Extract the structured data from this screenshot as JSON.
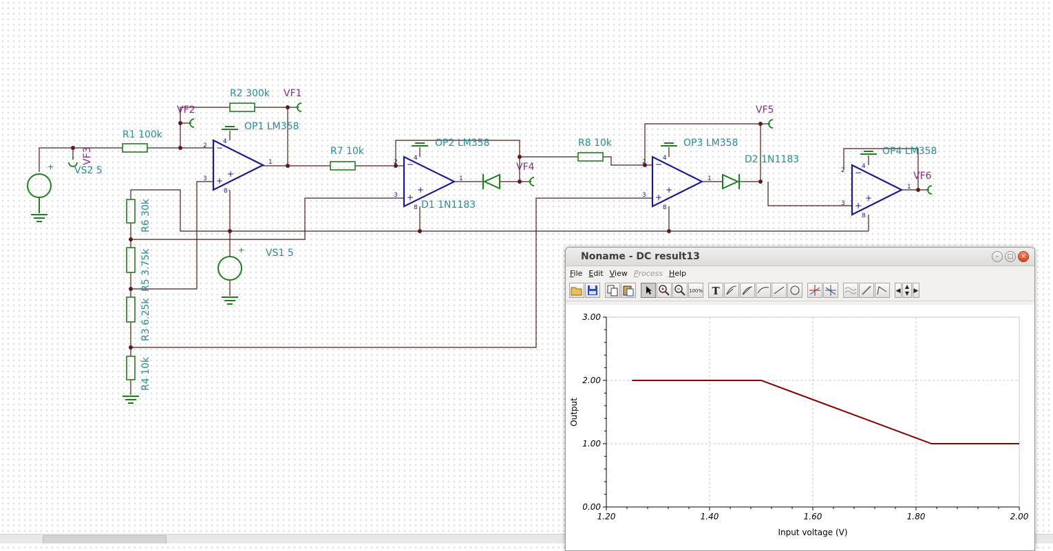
{
  "schematic": {
    "components": {
      "r1": "R1 100k",
      "r2": "R2 300k",
      "r3": "R3 6.25k",
      "r4": "R4 10k",
      "r5": "R5 3.75k",
      "r6": "R6 30k",
      "r7": "R7 10k",
      "r8": "R8 10k",
      "op1": "OP1 LM358",
      "op2": "OP2 LM358",
      "op3": "OP3 LM358",
      "op4": "OP4 LM358",
      "d1": "D1 1N1183",
      "d2": "D2 1N1183",
      "vs1": "VS1 5",
      "vs2": "VS2 5"
    },
    "probes": {
      "vf1": "VF1",
      "vf2": "VF2",
      "vf3": "VF3",
      "vf4": "VF4",
      "vf5": "VF5",
      "vf6": "VF6"
    },
    "pins": {
      "p1": "1",
      "p2": "2",
      "p3": "3",
      "p4": "4",
      "p8": "8",
      "plus": "+",
      "minus": "−"
    },
    "colors": {
      "wire": "#4d1a1a",
      "part": "#1e7d1e",
      "opamp": "#1a1a8c",
      "label": "#2a8a95",
      "probe_label": "#8b2c8b",
      "node": "#5c1a1a"
    }
  },
  "window": {
    "title": "Noname - DC result13",
    "controls": {
      "minimize": "–",
      "maximize": "□",
      "close": "×"
    },
    "menu": [
      {
        "label": "File",
        "enabled": true
      },
      {
        "label": "Edit",
        "enabled": true
      },
      {
        "label": "View",
        "enabled": true
      },
      {
        "label": "Process",
        "enabled": false
      },
      {
        "label": "Help",
        "enabled": true
      }
    ],
    "toolbar": {
      "open": "open-folder-icon",
      "save": "save-disk-icon",
      "copy": "copy-icon",
      "paste": "paste-icon",
      "select": "pointer-arrow-icon",
      "zoom_in": "zoom-in-icon",
      "zoom_out": "zoom-out-icon",
      "text": "T",
      "zoom_glyph": "100%"
    }
  },
  "chart_data": {
    "type": "line",
    "title": "",
    "xlabel": "Input voltage (V)",
    "ylabel": "Output",
    "xlim": [
      1.2,
      2.0
    ],
    "ylim": [
      0,
      3
    ],
    "x_ticks": [
      "1.20",
      "1.40",
      "1.60",
      "1.80",
      "2.00"
    ],
    "y_ticks": [
      "0.00",
      "1.00",
      "2.00",
      "3.00"
    ],
    "grid": true,
    "series": [
      {
        "color": "#800000",
        "x": [
          1.25,
          1.49,
          1.5,
          1.83,
          2.0
        ],
        "y": [
          2.0,
          2.0,
          2.0,
          1.0,
          1.0
        ]
      }
    ]
  }
}
